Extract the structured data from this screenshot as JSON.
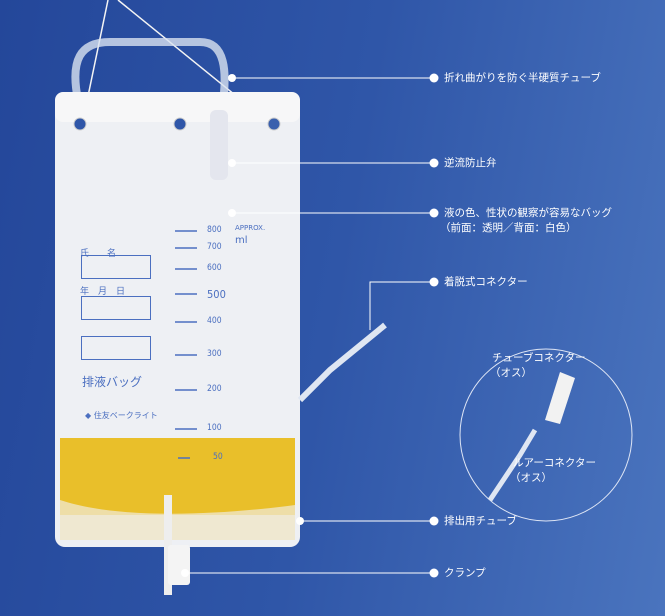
{
  "callouts": [
    {
      "label": "折れ曲がりを防ぐ半硬質チューブ"
    },
    {
      "label": "逆流防止弁"
    },
    {
      "label": "液の色、性状の観察が容易なバッグ",
      "sub": "（前面：透明／背面：白色）"
    },
    {
      "label": "着脱式コネクター"
    },
    {
      "label": "排出用チューブ"
    },
    {
      "label": "クランプ"
    }
  ],
  "inset": {
    "top_label": "チューブコネクター",
    "top_sub": "（オス）",
    "bottom_label": "ルアーコネクター",
    "bottom_sub": "（オス）"
  },
  "bag": {
    "name_label": "氏　　名",
    "date_label": "年　月　日",
    "product_name": "排液バッグ",
    "brand": "住友ベークライト",
    "unit_top": "APPROX.",
    "unit": "ml",
    "graduations": [
      "800",
      "700",
      "600",
      "500",
      "400",
      "300",
      "200",
      "100",
      "50"
    ],
    "fill_ml": 80
  },
  "colors": {
    "background": "#2f56a8",
    "liquid": "#e9bf2a",
    "print": "#4b6fc0"
  }
}
